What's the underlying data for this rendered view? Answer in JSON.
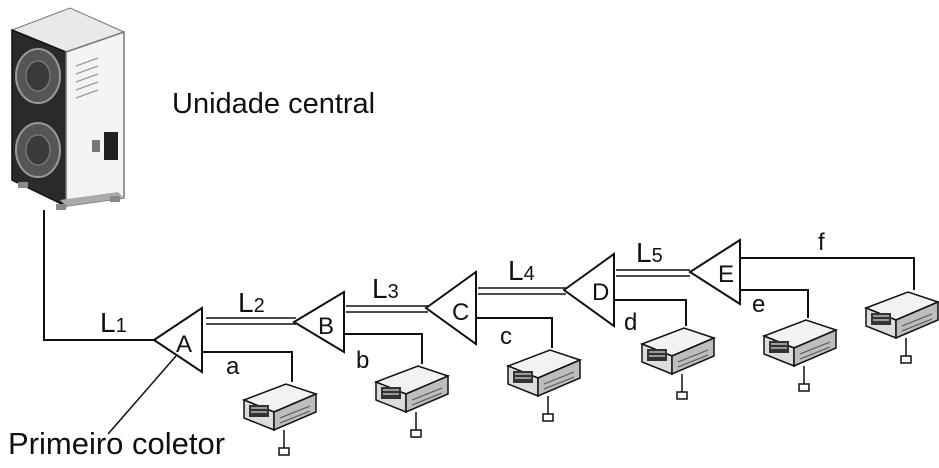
{
  "labels": {
    "central_unit": "Unidade central",
    "first_collector": "Primeiro coletor"
  },
  "pipe_labels": {
    "L1": {
      "main": "L",
      "sub": "1"
    },
    "L2": {
      "main": "L",
      "sub": "2"
    },
    "L3": {
      "main": "L",
      "sub": "3"
    },
    "L4": {
      "main": "L",
      "sub": "4"
    },
    "L5": {
      "main": "L",
      "sub": "5"
    }
  },
  "collectors": [
    "A",
    "B",
    "C",
    "D",
    "E"
  ],
  "branches": [
    "a",
    "b",
    "c",
    "d",
    "e",
    "f"
  ],
  "icons": {
    "outdoor_unit": "outdoor-unit-icon",
    "indoor_unit": "indoor-unit-icon"
  }
}
